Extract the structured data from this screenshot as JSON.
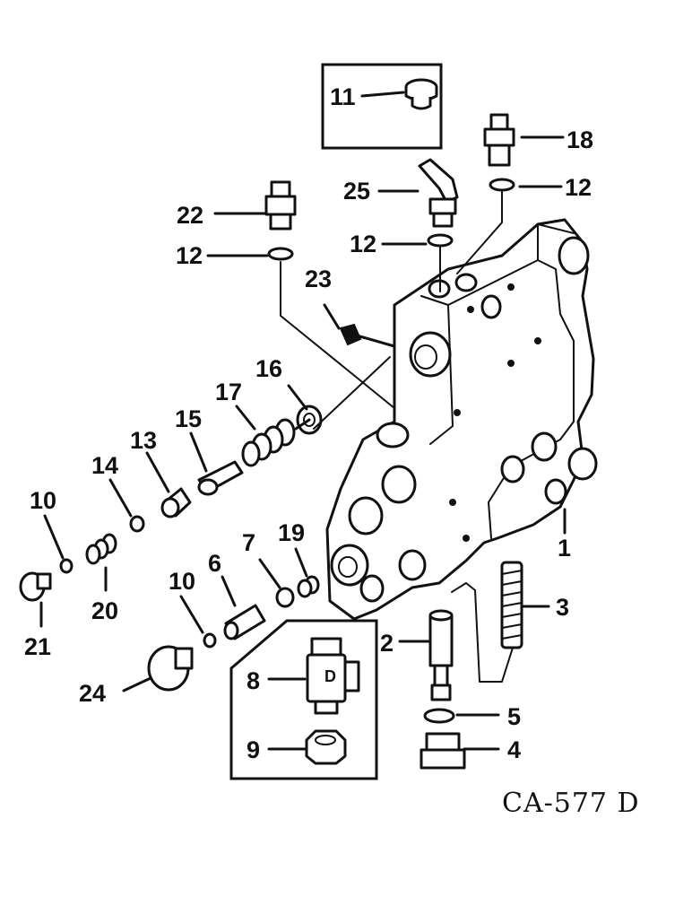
{
  "figure_id": "CA-577 D",
  "callouts": {
    "c1": "1",
    "c2": "2",
    "c3": "3",
    "c4": "4",
    "c5": "5",
    "c6": "6",
    "c7": "7",
    "c8": "8",
    "c9": "9",
    "c10a": "10",
    "c10b": "10",
    "c11": "11",
    "c12a": "12",
    "c12b": "12",
    "c12c": "12",
    "c13": "13",
    "c14": "14",
    "c15": "15",
    "c16": "16",
    "c17": "17",
    "c18": "18",
    "c19": "19",
    "c20": "20",
    "c21": "21",
    "c22": "22",
    "c23": "23",
    "c24": "24",
    "c25": "25"
  }
}
